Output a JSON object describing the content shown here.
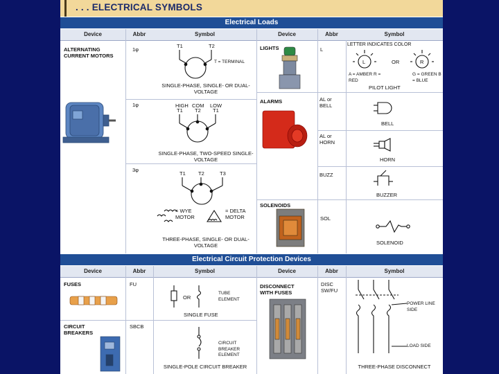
{
  "title": ". . . ELECTRICAL SYMBOLS",
  "colors": {
    "background": "#0a1466",
    "section_bar": "#1f4e96",
    "title_band": "#f2d89a",
    "header_row": "#e2e7f1"
  },
  "loads": {
    "section_title": "Electrical Loads",
    "headers": {
      "device": "Device",
      "abbr": "Abbr",
      "symbol": "Symbol",
      "device2": "Device",
      "abbr2": "Abbr",
      "symbol2": "Symbol"
    },
    "ac_motors": {
      "device": "ALTERNATING CURRENT MOTORS",
      "row1": {
        "abbr": "1φ",
        "t1": "T1",
        "t2": "T2",
        "note": "T = TERMINAL",
        "caption": "SINGLE-PHASE, SINGLE- OR DUAL-VOLTAGE"
      },
      "row2": {
        "abbr": "1φ",
        "high": "HIGH",
        "com": "COM",
        "low": "LOW",
        "t1": "T1",
        "t2": "T2",
        "t3": "T1",
        "caption": "SINGLE-PHASE, TWO-SPEED SINGLE-VOLTAGE"
      },
      "row3": {
        "abbr": "3φ",
        "t1": "T1",
        "t2": "T2",
        "t3": "T3",
        "wye": "= WYE MOTOR",
        "delta": "= DELTA MOTOR",
        "caption": "THREE-PHASE, SINGLE- OR DUAL-VOLTAGE"
      }
    },
    "lights": {
      "device": "LIGHTS",
      "abbr": "L",
      "note": "LETTER INDICATES COLOR",
      "or": "OR",
      "left_letter": "L",
      "right_letter": "R",
      "legend_left": "A = AMBER R = RED",
      "legend_right": "G = GREEN B = BLUE",
      "caption": "PILOT LIGHT"
    },
    "alarms": {
      "device": "ALARMS",
      "bell": {
        "abbr": "AL or BELL",
        "caption": "BELL"
      },
      "horn": {
        "abbr": "AL or HORN",
        "caption": "HORN"
      },
      "buzzer": {
        "abbr": "BUZZ",
        "caption": "BUZZER"
      }
    },
    "solenoids": {
      "device": "SOLENOIDS",
      "abbr": "SOL",
      "caption": "SOLENOID"
    }
  },
  "protection": {
    "section_title": "Electrical Circuit Protection Devices",
    "headers": {
      "device": "Device",
      "abbr": "Abbr",
      "symbol": "Symbol",
      "device2": "Device",
      "abbr2": "Abbr",
      "symbol2": "Symbol"
    },
    "fuses": {
      "device": "FUSES",
      "abbr": "FU",
      "or": "OR",
      "element": "TUBE ELEMENT",
      "caption": "SINGLE FUSE"
    },
    "breakers": {
      "device": "CIRCUIT BREAKERS",
      "abbr": "SBCB",
      "element": "CIRCUIT BREAKER ELEMENT",
      "caption": "SINGLE-POLE CIRCUIT BREAKER"
    },
    "disconnect": {
      "device": "DISCONNECT WITH FUSES",
      "abbr": "DISC SW/FU",
      "line_side": "POWER LINE SIDE",
      "load_side": "LOAD SIDE",
      "caption": "THREE-PHASE DISCONNECT"
    }
  }
}
